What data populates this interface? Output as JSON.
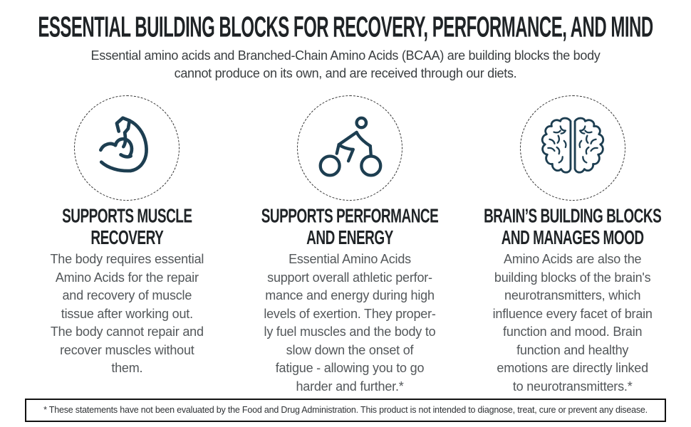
{
  "header": {
    "title": "ESSENTIAL BUILDING BLOCKS FOR RECOVERY, PERFORMANCE, AND MIND",
    "subtitle_lines": [
      "Essential amino acids and Branched-Chain Amino Acids (BCAA) are building blocks the body",
      "cannot produce on its own, and are received through our diets."
    ]
  },
  "columns": [
    {
      "icon": "bicep-arm-icon",
      "heading_lines": [
        "SUPPORTS MUSCLE",
        "RECOVERY"
      ],
      "body_lines": [
        "The body requires essential",
        "Amino Acids for the repair",
        "and recovery of muscle",
        "tissue after working out.",
        "The body cannot repair and",
        "recover muscles without",
        "them."
      ]
    },
    {
      "icon": "cyclist-icon",
      "heading_lines": [
        "SUPPORTS PERFORMANCE",
        "AND ENERGY"
      ],
      "body_lines": [
        "Essential Amino Acids",
        "support overall athletic perfor-",
        "mance and energy during high",
        "levels of exertion. They proper-",
        "ly fuel muscles and the body to",
        "slow down the onset of",
        "fatigue - allowing you to go",
        "harder and further.*"
      ]
    },
    {
      "icon": "brain-icon",
      "heading_lines": [
        "BRAIN’S BUILDING BLOCKS",
        "AND MANAGES MOOD"
      ],
      "body_lines": [
        "Amino Acids are also the",
        "building blocks of the brain's",
        "neurotransmitters, which",
        "influence every facet of brain",
        "function and mood. Brain",
        "function and healthy",
        "emotions are directly linked",
        "to neurotransmitters.*"
      ]
    }
  ],
  "footer": {
    "disclaimer": "* These statements have not been evaluated by the Food and Drug Administration. This product is not intended to diagnose, treat, cure or prevent any disease."
  },
  "colors": {
    "icon_stroke": "#1d3e51",
    "dashed_circle": "#2e2e2e",
    "heading_text": "#1f2326",
    "body_text": "#53575a",
    "subtitle_text": "#3a3e40",
    "background": "#ffffff"
  }
}
